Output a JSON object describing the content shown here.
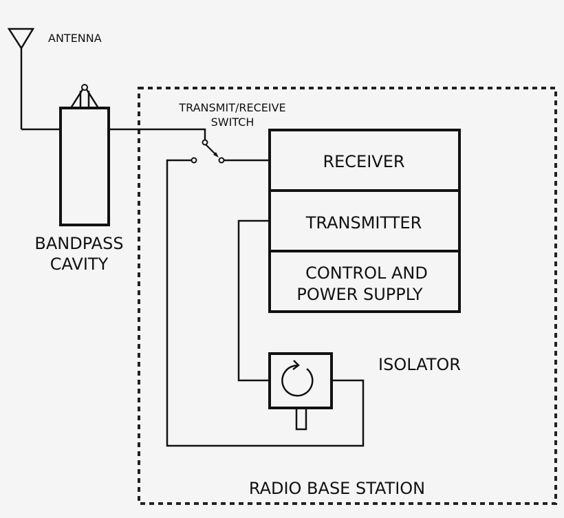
{
  "diagram": {
    "antenna_label": "ANTENNA",
    "bandpass_label_line1": "BANDPASS",
    "bandpass_label_line2": "CAVITY",
    "switch_label_line1": "TRANSMIT/RECEIVE",
    "switch_label_line2": "SWITCH",
    "receiver_label": "RECEIVER",
    "transmitter_label": "TRANSMITTER",
    "control_label_line1": "CONTROL  AND",
    "control_label_line2": "POWER  SUPPLY",
    "isolator_label": "ISOLATOR",
    "station_label": "RADIO  BASE  STATION"
  }
}
